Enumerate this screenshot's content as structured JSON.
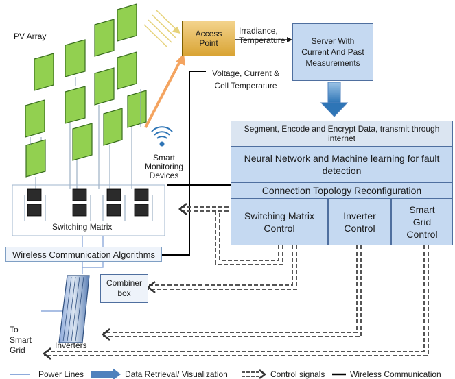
{
  "labels": {
    "pv_array": "PV Array",
    "access_point": "Access Point",
    "irradiance": "Irradiance, Temperature",
    "server": "Server With Current And Past Measurements",
    "voltage": "Voltage, Current & Cell Temperature",
    "smart_monitoring": "Smart Monitoring Devices",
    "segment": "Segment, Encode and Encrypt Data, transmit through internet",
    "neural": "Neural Network and Machine learning for fault detection",
    "topology": "Connection Topology Reconfiguration",
    "switching_control": "Switching Matrix Control",
    "inverter_control": "Inverter Control",
    "smart_grid_control": "Smart Grid Control",
    "switching_matrix": "Switching Matrix",
    "wireless_algorithms": "Wireless Communication Algorithms",
    "combiner": "Combiner box",
    "to_smart_grid": "To Smart Grid",
    "inverters": "Inverters"
  },
  "legend": {
    "power": "Power Lines",
    "data": "Data Retrieval/ Visualization",
    "control": "Control signals",
    "wireless": "Wireless Communication"
  },
  "colors": {
    "panel": "#92d050",
    "panel_border": "#3a6e1f",
    "box_blue": "#c5d9f1",
    "box_border": "#4f6f9f",
    "switch": "#2b2b2b",
    "arrow_orange": "#f4a460",
    "arrow_blue": "#4f81bd",
    "control_line": "#555555",
    "wireless_line": "#000000",
    "power_line": "#8eaadb"
  }
}
